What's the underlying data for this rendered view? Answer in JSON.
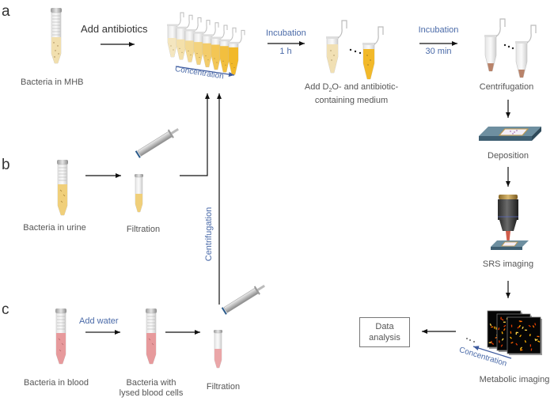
{
  "panels": {
    "a": {
      "label": "a",
      "start_caption": "Bacteria in MHB",
      "add_antibiotics_label": "Add antibiotics",
      "concentration_label": "Concentration",
      "incubation1_label": "Incubation",
      "incubation1_time": "1 h",
      "medium_caption_prefix": "Add D",
      "medium_caption_sub": "2",
      "medium_caption_suffix": "O- and antibiotic-",
      "medium_caption_line2": "containing medium",
      "incubation2_label": "Incubation",
      "incubation2_time": "30 min",
      "centrifugation_caption": "Centrifugation",
      "deposition_caption": "Deposition",
      "srs_caption": "SRS imaging",
      "metabolic_caption": "Metabolic imaging",
      "metabolic_concentration_label": "Concentration",
      "data_analysis_line1": "Data",
      "data_analysis_line2": "analysis"
    },
    "b": {
      "label": "b",
      "start_caption": "Bacteria in urine",
      "filtration_caption": "Filtration"
    },
    "c": {
      "label": "c",
      "start_caption": "Bacteria in blood",
      "add_water_label": "Add water",
      "lysed_caption_line1": "Bacteria with",
      "lysed_caption_line2": "lysed blood cells",
      "filtration_caption": "Filtration",
      "centrifugation_label": "Centrifugation"
    }
  },
  "colors": {
    "mhb_liquid": "#f1dfae",
    "urine_liquid": "#f0c75a",
    "blood_liquid": "#e79a9c",
    "concentration_arrow": "#3d5a9e",
    "low_conc_liquid": "#f4e6bf",
    "high_conc_liquid": "#f2b92a",
    "pellet": "#b9836a"
  },
  "dilution_series_tubes": 8
}
